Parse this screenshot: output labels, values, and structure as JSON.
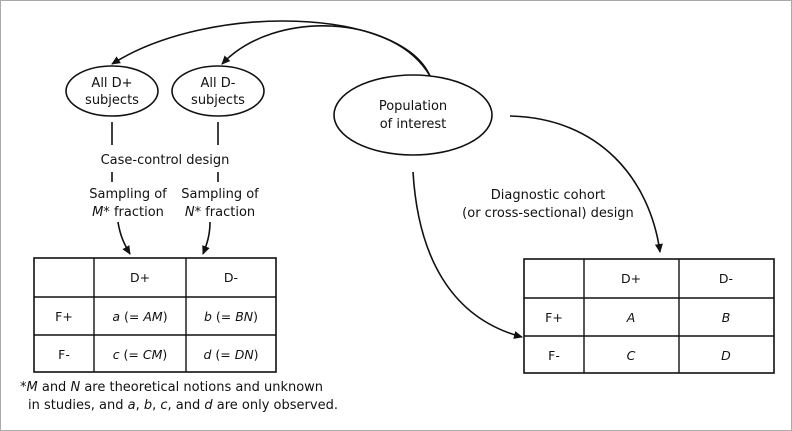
{
  "nodes": {
    "all_dpos": {
      "line1": "All D+",
      "line2": "subjects"
    },
    "all_dneg": {
      "line1": "All D-",
      "line2": "subjects"
    },
    "population": {
      "line1": "Population",
      "line2": "of interest"
    }
  },
  "labels": {
    "case_control": "Case-control design",
    "sampling_left_1": "Sampling of",
    "sampling_left_2_var": "M*",
    "sampling_left_2_rest": " fraction",
    "sampling_right_1": "Sampling of",
    "sampling_right_2_var": "N*",
    "sampling_right_2_rest": " fraction",
    "cohort_1": "Diagnostic cohort",
    "cohort_2": "(or cross-sectional) design"
  },
  "left_table": {
    "col_headers": [
      "",
      "D+",
      "D-"
    ],
    "rows": [
      {
        "row_label": "F+",
        "c1_var": "a",
        "c1_paren": " (= ",
        "c1_formula": "AM",
        "c2_var": "b",
        "c2_paren": " (= ",
        "c2_formula": "BN",
        "close": ")"
      },
      {
        "row_label": "F-",
        "c1_var": "c",
        "c1_paren": " (= ",
        "c1_formula": "CM",
        "c2_var": "d",
        "c2_paren": " (= ",
        "c2_formula": "DN",
        "close": ")"
      }
    ]
  },
  "right_table": {
    "col_headers": [
      "",
      "D+",
      "D-"
    ],
    "rows": [
      {
        "row_label": "F+",
        "cells": [
          "A",
          "B"
        ]
      },
      {
        "row_label": "F-",
        "cells": [
          "C",
          "D"
        ]
      }
    ]
  },
  "footnote": {
    "star": "*",
    "M": "M",
    "and1": " and ",
    "N": "N",
    "rest1": " are theoretical notions and unknown",
    "line2_a": "in studies, and ",
    "a": "a",
    "sep1": ", ",
    "b": "b",
    "sep2": ", ",
    "c": "c",
    "sep3": ", and ",
    "d": "d",
    "line2_end": " are only observed."
  },
  "colors": {
    "ink": "#111111",
    "frame": "#aaaaaa",
    "background": "#ffffff"
  }
}
